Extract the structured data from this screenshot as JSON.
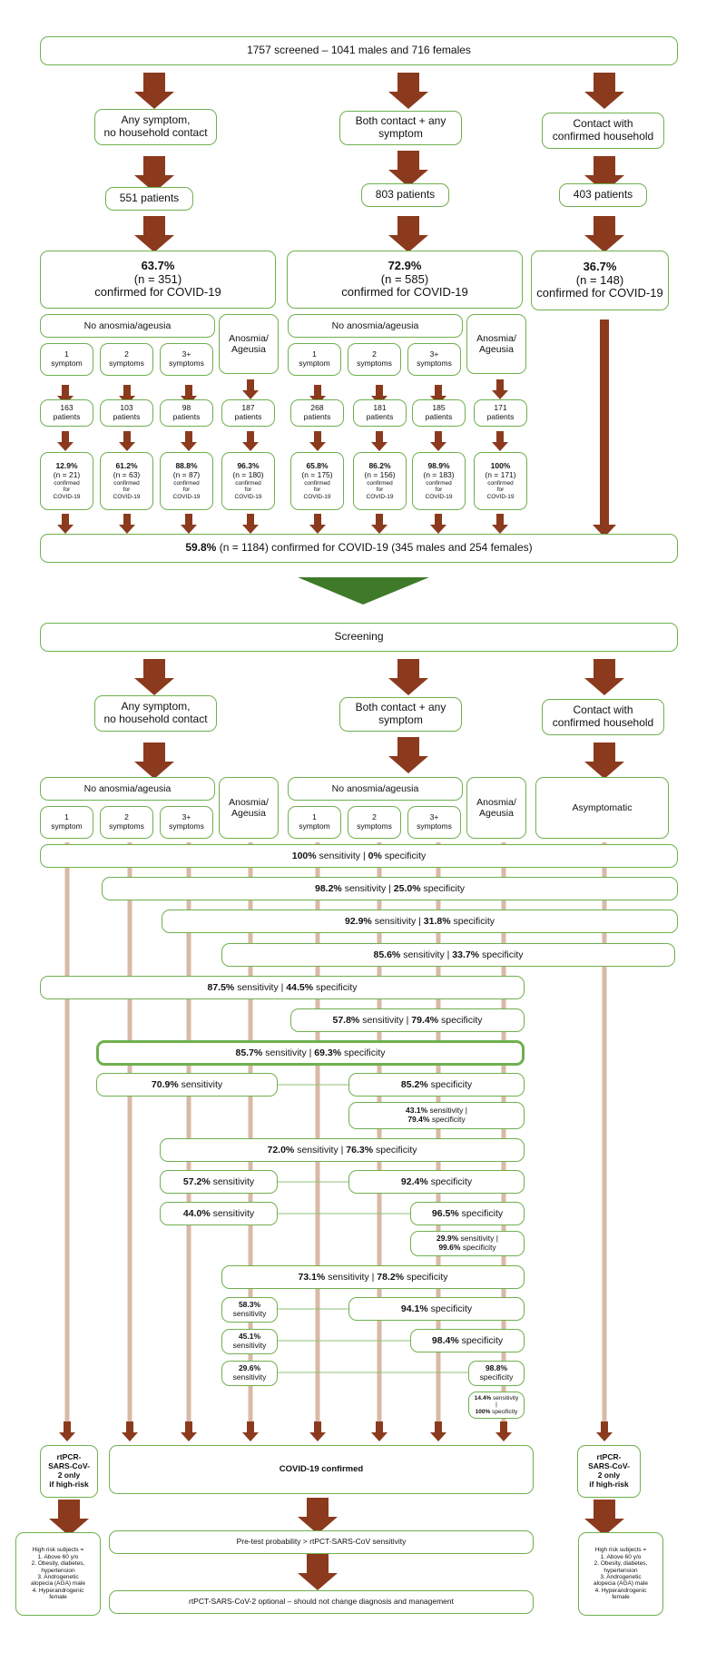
{
  "top": {
    "screened": "1757 screened – 1041 males and 716 females",
    "groups": [
      {
        "label": "Any symptom,\nno household contact",
        "patients": "551 patients",
        "pct": "63.7%",
        "n": "(n = 351)",
        "confirmed": "confirmed for COVID-19"
      },
      {
        "label": "Both contact + any\nsymptom",
        "patients": "803 patients",
        "pct": "72.9%",
        "n": "(n = 585)",
        "confirmed": "confirmed for COVID-19"
      },
      {
        "label": "Contact with\nconfirmed household",
        "patients": "403 patients",
        "pct": "36.7%",
        "n": "(n = 148)",
        "confirmed": "confirmed for COVID-19"
      }
    ],
    "no_anosmia": "No anosmia/ageusia",
    "anosmia": "Anosmia/\nAgeusia",
    "symptoms": [
      "1\nsymptom",
      "2\nsymptoms",
      "3+\nsymptoms"
    ],
    "sub_patients": [
      "163\npatients",
      "103\npatients",
      "98\npatients",
      "187\npatients",
      "268\npatients",
      "181\npatients",
      "185\npatients",
      "171\npatients"
    ],
    "sub_pct": [
      "12.9%",
      "61.2%",
      "88.8%",
      "96.3%",
      "65.8%",
      "86.2%",
      "98.9%",
      "100%"
    ],
    "sub_n": [
      "(n = 21)",
      "(n = 63)",
      "(n = 87)",
      "(n = 180)",
      "(n = 175)",
      "(n = 156)",
      "(n = 183)",
      "(n = 171)"
    ],
    "sub_confirmed": "confirmed\nfor\nCOVID-19",
    "total_pct": "59.8%",
    "total_rest": "(n = 1184) confirmed for COVID-19 (345 males and 254 females)"
  },
  "bottom": {
    "screening": "Screening",
    "groups": [
      "Any symptom,\nno household contact",
      "Both contact + any\nsymptom",
      "Contact with\nconfirmed household"
    ],
    "no_anosmia": "No anosmia/ageusia",
    "anosmia": "Anosmia/\nAgeusia",
    "symptoms": [
      "1\nsymptom",
      "2\nsymptoms",
      "3+\nsymptoms"
    ],
    "asymptomatic": "Asymptomatic",
    "word_sensitivity": "sensitivity",
    "word_specificity": "specificity",
    "rows": [
      {
        "sens": "100%",
        "spec": "0%"
      },
      {
        "sens": "98.2%",
        "spec": "25.0%"
      },
      {
        "sens": "92.9%",
        "spec": "31.8%"
      },
      {
        "sens": "85.6%",
        "spec": "33.7%"
      },
      {
        "sens": "87.5%",
        "spec": "44.5%"
      },
      {
        "sens": "57.8%",
        "spec": "79.4%"
      },
      {
        "sens": "85.7%",
        "spec": "69.3%"
      }
    ],
    "split_a": {
      "sens": "70.9%",
      "spec": "85.2%",
      "sub_sens": "43.1%",
      "sub_spec": "79.4%"
    },
    "row_b": {
      "sens": "72.0%",
      "spec": "76.3%"
    },
    "split_b": [
      {
        "sens": "57.2%",
        "spec": "92.4%"
      },
      {
        "sens": "44.0%",
        "spec": "96.5%"
      }
    ],
    "split_b_sub": {
      "sens": "29.9%",
      "spec": "99.6%"
    },
    "row_c": {
      "sens": "73.1%",
      "spec": "78.2%"
    },
    "split_c": [
      {
        "sens": "58.3%",
        "spec": "94.1%"
      },
      {
        "sens": "45.1%",
        "spec": "98.4%"
      },
      {
        "sens": "29.6%",
        "spec": "98.8%"
      }
    ],
    "split_c_sub": {
      "sens": "14.4%",
      "spec": "100%"
    },
    "rtpcr": "rtPCR-\nSARS-CoV-\n2 only\nif high-risk",
    "covid_confirmed": "COVID-19 confirmed",
    "high_risk": "High risk subjects =\n1. Above 60 y/o\n2. Obesity, diabetes,\nhypertension\n3. Androgenetic\nalopecia (AGA) male\n4. Hyperandrogenic\nfemale",
    "pretest": "Pre-test probability > rtPCT-SARS-CoV sensitivity",
    "optional": "rtPCT-SARS-CoV-2 optional – should not change diagnosis and management"
  },
  "colors": {
    "border": "#6fb04e",
    "arrow": "#8b3a1e",
    "big_arrow": "#3f7a2a",
    "line": "#d9b9a6"
  }
}
